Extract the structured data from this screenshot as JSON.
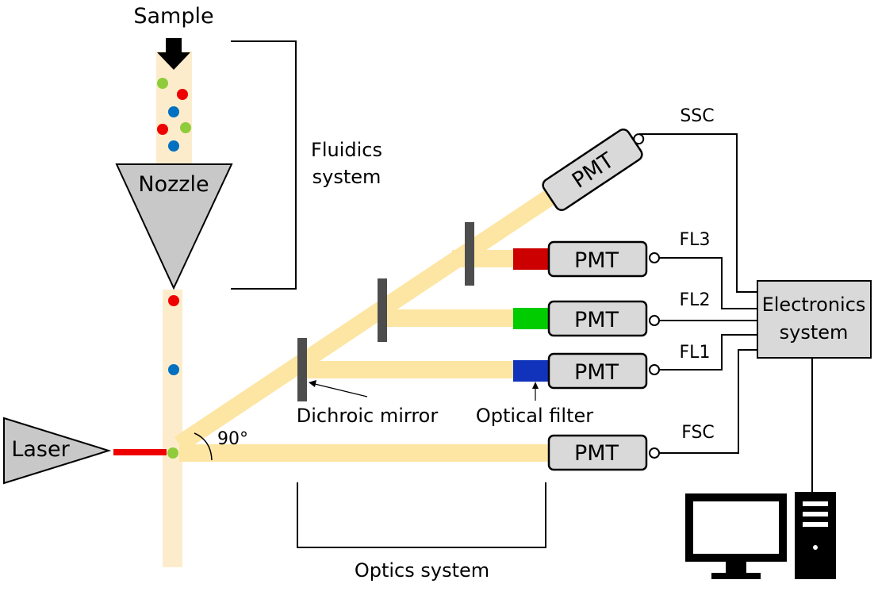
{
  "labels": {
    "sample": "Sample",
    "nozzle": "Nozzle",
    "fluidics_line1": "Fluidics",
    "fluidics_line2": "system",
    "laser": "Laser",
    "angle": "90°",
    "dichroic_mirror": "Dichroic mirror",
    "optical_filter": "Optical filter",
    "optics_system": "Optics system",
    "electronics_line1": "Electronics",
    "electronics_line2": "system"
  },
  "detectors": [
    {
      "id": "ssc",
      "box_label": "PMT",
      "signal": "SSC"
    },
    {
      "id": "fl3",
      "box_label": "PMT",
      "signal": "FL3",
      "filter_color": "#cc0000"
    },
    {
      "id": "fl2",
      "box_label": "PMT",
      "signal": "FL2",
      "filter_color": "#00cc00"
    },
    {
      "id": "fl1",
      "box_label": "PMT",
      "signal": "FL1",
      "filter_color": "#1133bb"
    },
    {
      "id": "fsc",
      "box_label": "PMT",
      "signal": "FSC"
    }
  ],
  "colors": {
    "beam": "#fde5a3",
    "stream": "#fdeccc",
    "nozzle_fill": "#c8c8c8",
    "pmt_fill": "#d9d9d9",
    "mirror": "#4d4d4d",
    "laser_beam": "#ee0000",
    "cell_red": "#ee0000",
    "cell_blue": "#0070c0",
    "cell_green": "#8fcc3c"
  },
  "icons": [
    "arrow-down-icon",
    "monitor-icon",
    "computer-tower-icon"
  ]
}
